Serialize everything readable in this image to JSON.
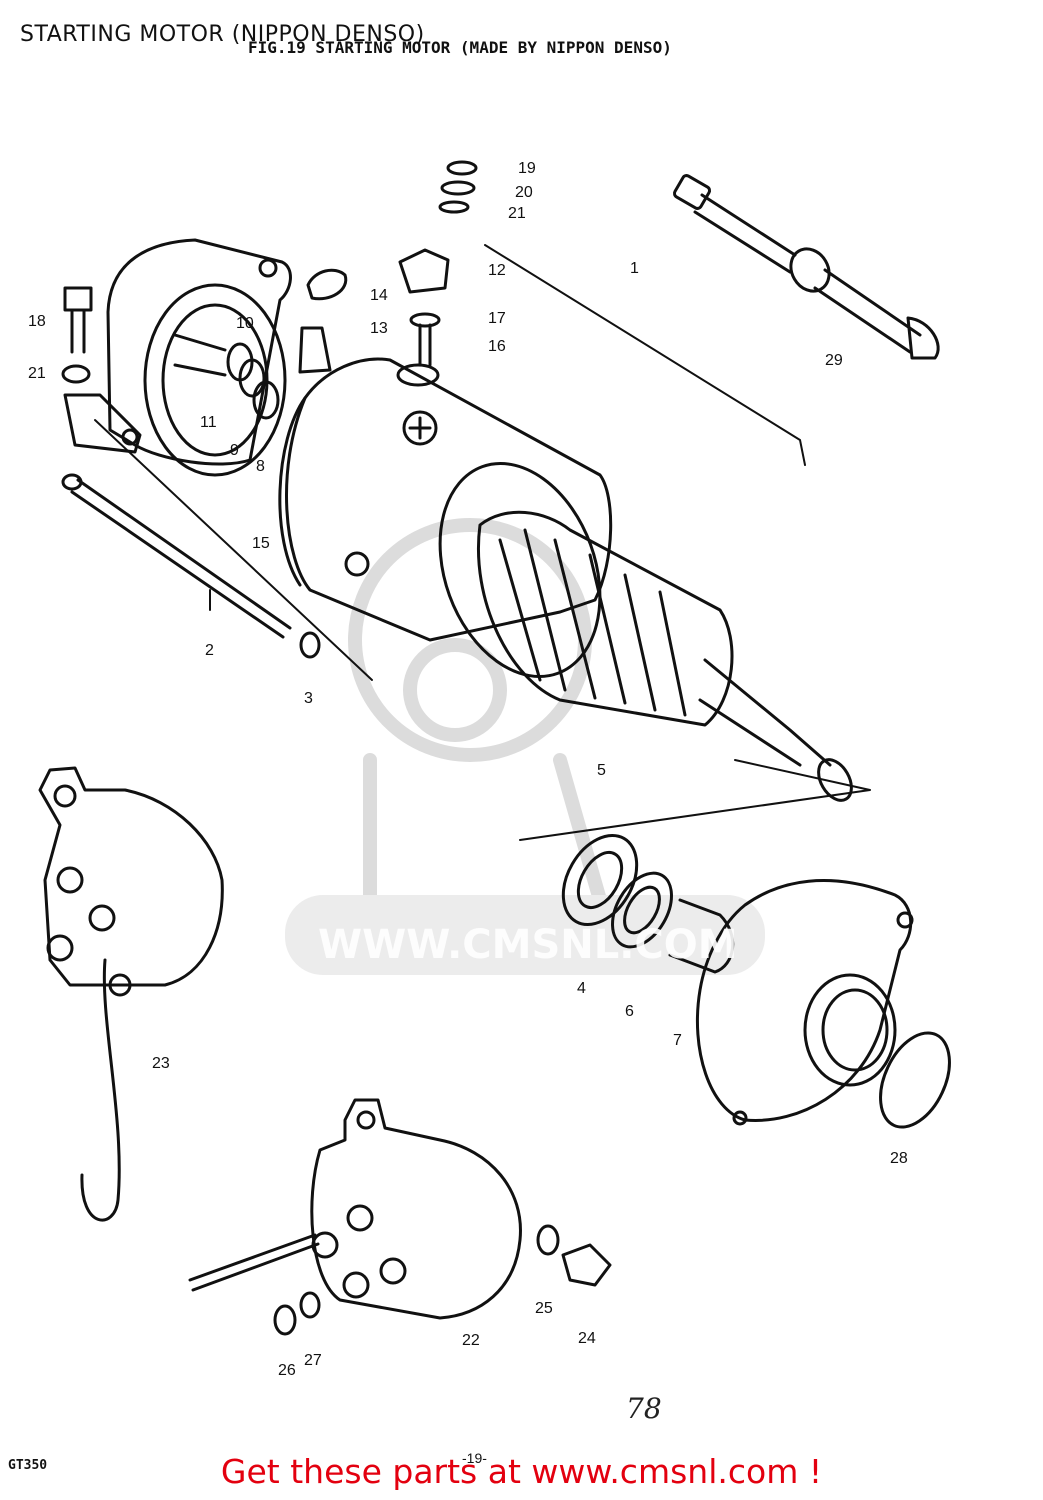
{
  "page_title": "STARTING MOTOR (NIPPON DENSO)",
  "figure_caption": "FIG.19 STARTING MOTOR (MADE BY NIPPON DENSO)",
  "watermark": "WWW.CMSNL.COM",
  "model_code": "GT350",
  "page_number": "-19-",
  "handwritten_note": "78",
  "footer_text": "Get these parts at www.cmsnl.com !",
  "colors": {
    "line": "#111111",
    "footer": "#e3000f",
    "watermark": "#d9d9d9"
  },
  "callouts": {
    "c1": "1",
    "c2": "2",
    "c3": "3",
    "c4": "4",
    "c5": "5",
    "c6": "6",
    "c7": "7",
    "c8": "8",
    "c9": "9",
    "c10": "10",
    "c11": "11",
    "c12": "12",
    "c13": "13",
    "c14": "14",
    "c15": "15",
    "c16": "16",
    "c17": "17",
    "c18": "18",
    "c19": "19",
    "c20": "20",
    "c21a": "21",
    "c21b": "21",
    "c22": "22",
    "c23": "23",
    "c24": "24",
    "c25": "25",
    "c26": "26",
    "c27": "27",
    "c28": "28",
    "c29": "29"
  }
}
